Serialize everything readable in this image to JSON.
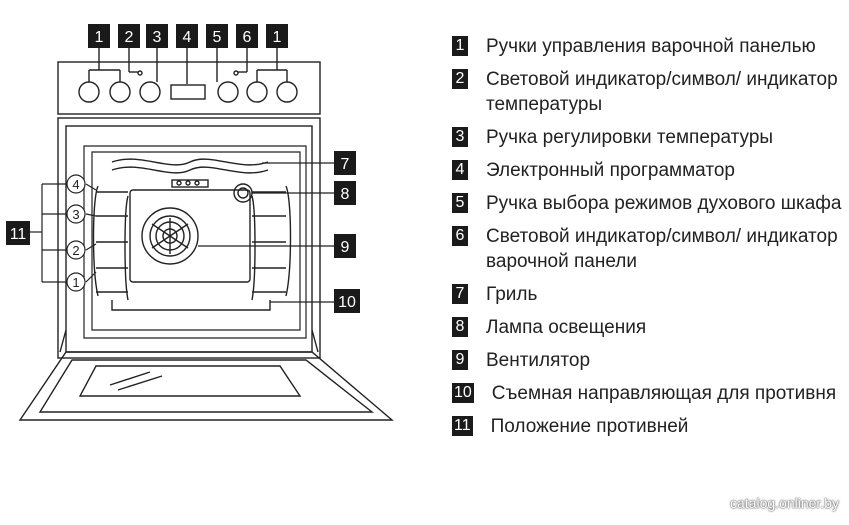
{
  "diagram": {
    "top_callouts": [
      "1",
      "2",
      "3",
      "4",
      "5",
      "6",
      "1"
    ],
    "side_callouts": [
      {
        "num": "7"
      },
      {
        "num": "8"
      },
      {
        "num": "9"
      },
      {
        "num": "10"
      }
    ],
    "shelf_positions": [
      "4",
      "3",
      "2",
      "1"
    ],
    "shelf_group_label": "11"
  },
  "legend": {
    "items": [
      {
        "num": "1",
        "text": "Ручки управления варочной панелью"
      },
      {
        "num": "2",
        "text": "Световой индикатор/символ/ индикатор температуры"
      },
      {
        "num": "3",
        "text": "Ручка регулировки температуры"
      },
      {
        "num": "4",
        "text": "Электронный программатор"
      },
      {
        "num": "5",
        "text": "Ручка выбора режимов духового шкафа"
      },
      {
        "num": "6",
        "text": "Световой индикатор/символ/ индикатор варочной панели"
      },
      {
        "num": "7",
        "text": "Гриль"
      },
      {
        "num": "8",
        "text": "Лампа освещения"
      },
      {
        "num": "9",
        "text": "Вентилятор"
      },
      {
        "num": "10",
        "text": "Съемная направляющая для противня"
      },
      {
        "num": "11",
        "text": "Положение противней"
      }
    ]
  },
  "watermark": "catalog.onliner.by"
}
